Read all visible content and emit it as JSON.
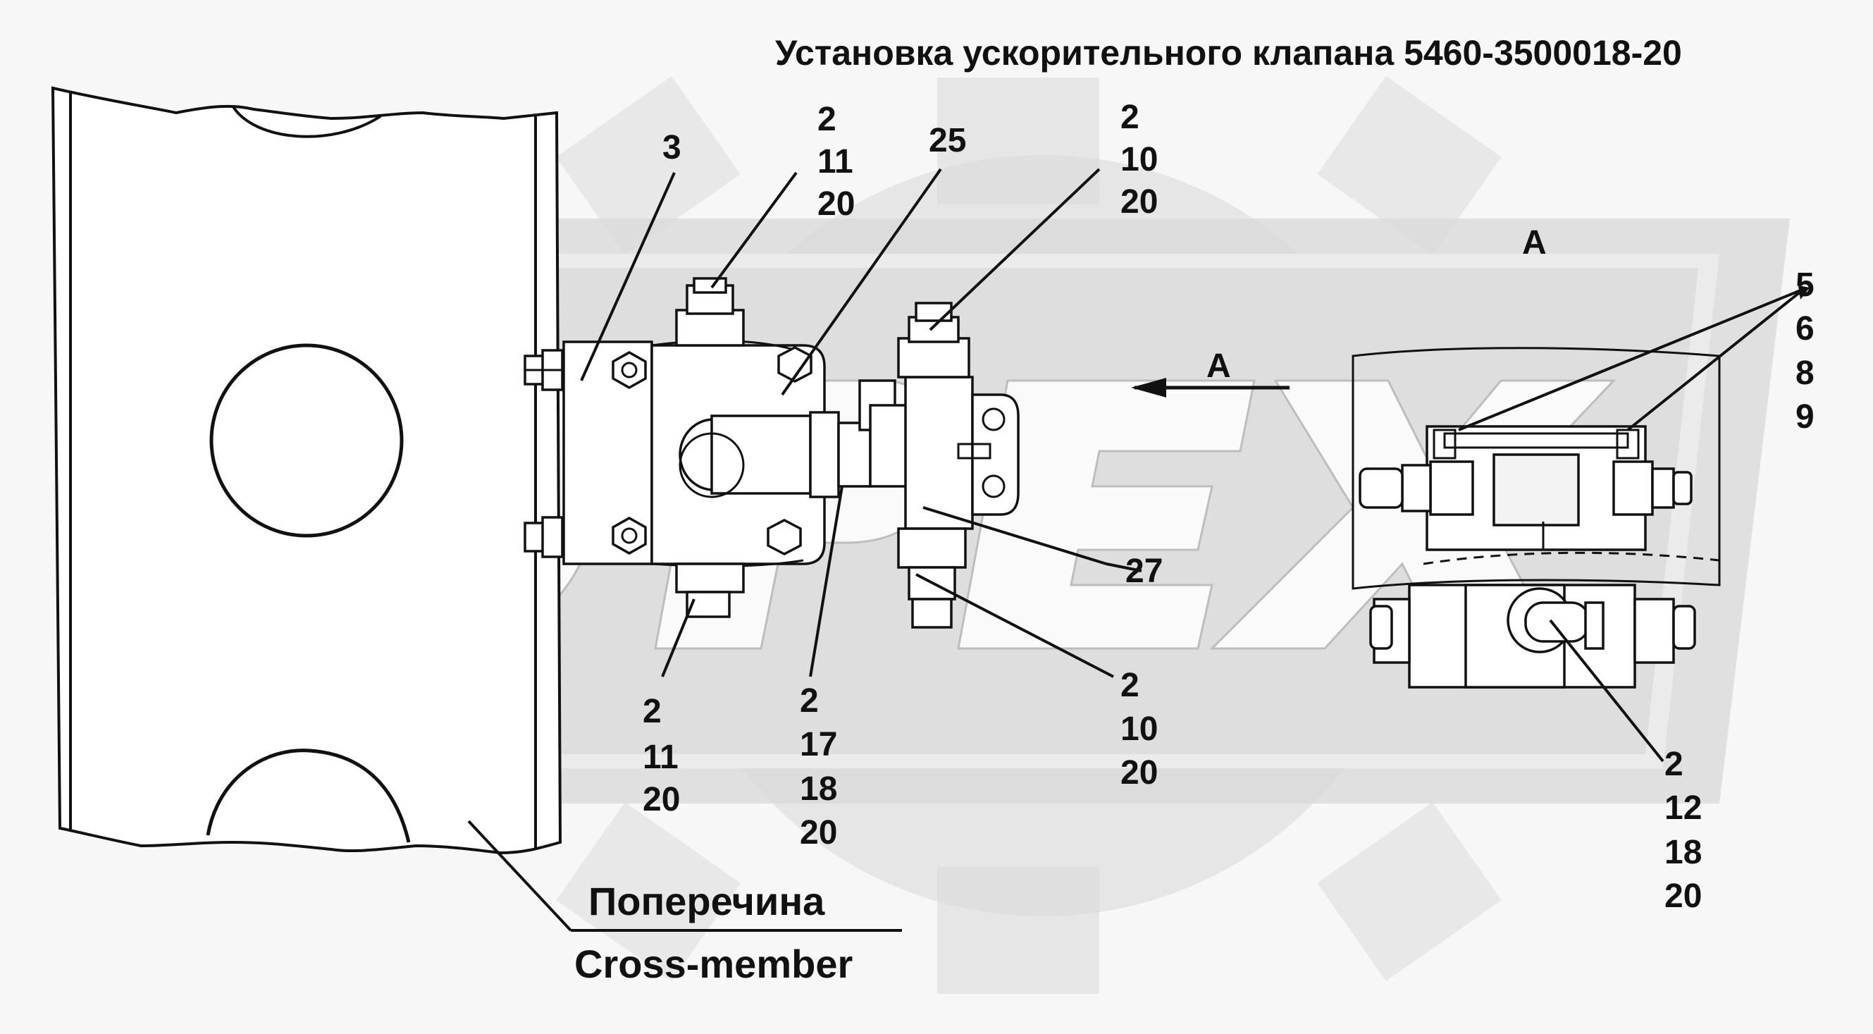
{
  "title": "Установка ускорительного клапана 5460-3500018-20",
  "view_label": "А",
  "arrow_label": "А",
  "watermark": "OPEX",
  "caption": {
    "ru": "Поперечина",
    "en": "Cross-member"
  },
  "callouts": {
    "c3": {
      "lines": [
        "3"
      ]
    },
    "c25": {
      "lines": [
        "25"
      ]
    },
    "c27": {
      "lines": [
        "27"
      ]
    },
    "top_2_11_20": {
      "lines": [
        "2",
        "11",
        "20"
      ]
    },
    "top_2_10_20": {
      "lines": [
        "2",
        "10",
        "20"
      ]
    },
    "bot_2_11_20": {
      "lines": [
        "2",
        "11",
        "20"
      ]
    },
    "bot_2_17_18_20": {
      "lines": [
        "2",
        "17",
        "18",
        "20"
      ]
    },
    "bot_2_10_20": {
      "lines": [
        "2",
        "10",
        "20"
      ]
    },
    "r_5_6_8_9": {
      "lines": [
        "5",
        "6",
        "8",
        "9"
      ]
    },
    "r_2_12_18_20": {
      "lines": [
        "2",
        "12",
        "18",
        "20"
      ]
    }
  }
}
